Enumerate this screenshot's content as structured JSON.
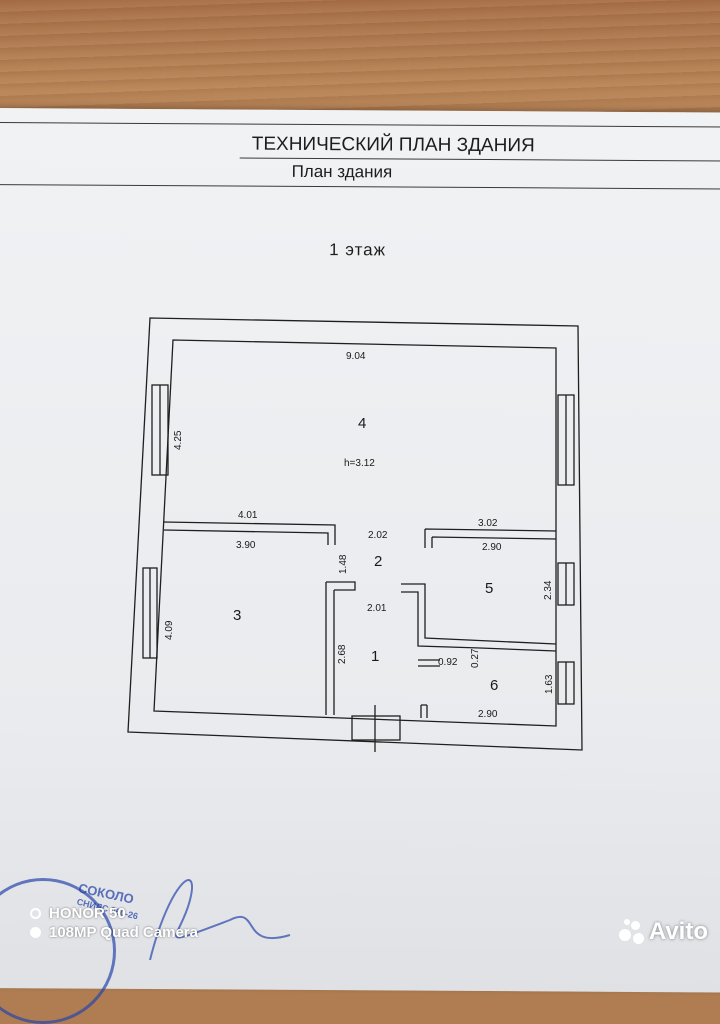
{
  "document": {
    "title": "ТЕХНИЧЕСКИЙ ПЛАН ЗДАНИЯ",
    "subtitle": "План здания",
    "floor_label": "1 этаж"
  },
  "plan": {
    "rooms": [
      {
        "id": "1",
        "label": "1"
      },
      {
        "id": "2",
        "label": "2"
      },
      {
        "id": "3",
        "label": "3"
      },
      {
        "id": "4",
        "label": "4"
      },
      {
        "id": "5",
        "label": "5"
      },
      {
        "id": "6",
        "label": "6"
      }
    ],
    "height_note": "h=3.12",
    "dimensions": {
      "d_9_04": "9.04",
      "d_4_25": "4.25",
      "d_4_01": "4.01",
      "d_3_90": "3.90",
      "d_2_02": "2.02",
      "d_3_02": "3.02",
      "d_2_90_top": "2.90",
      "d_1_48": "1.48",
      "d_2_34": "2.34",
      "d_2_01": "2.01",
      "d_4_09": "4.09",
      "d_2_68": "2.68",
      "d_0_27": "0.27",
      "d_0_92": "0.92",
      "d_1_63": "1.63",
      "d_2_90_bottom": "2.90"
    }
  },
  "stamp": {
    "text_top": "СОКОЛО",
    "text_mid": "СНИЛС 060-26"
  },
  "overlay": {
    "camera_model": "HONOR 50",
    "camera_spec": "108MP Quad Camera",
    "watermark": "Avito"
  }
}
